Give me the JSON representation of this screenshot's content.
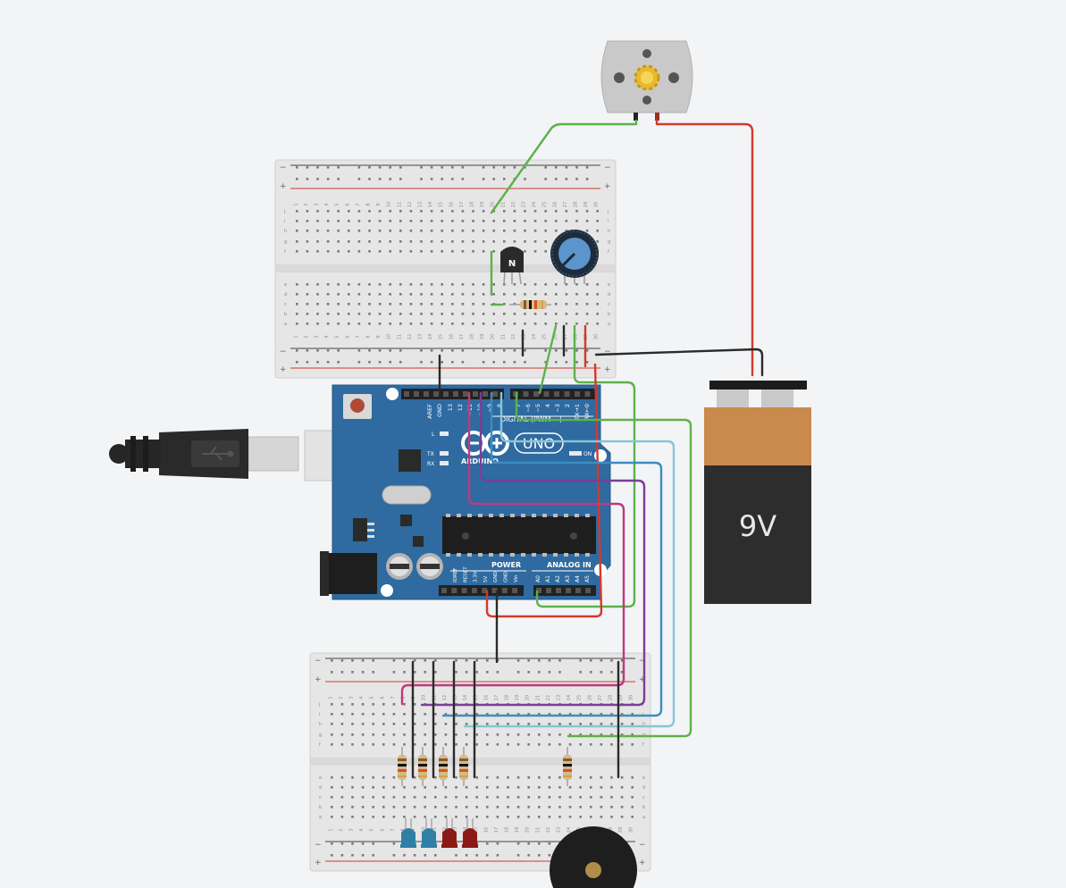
{
  "arduino": {
    "board_name": "UNO",
    "logo_text": "ARDUINO",
    "digital_label": "DIGITAL (PWM ~)",
    "power_label": "POWER",
    "analog_label": "ANALOG IN",
    "on_label": "ON",
    "led_labels": [
      "L",
      "TX",
      "RX"
    ],
    "top_pins": [
      "AREF",
      "GND",
      "13",
      "12",
      "~11",
      "~10",
      "~9",
      "8",
      "7",
      "~6",
      "~5",
      "4",
      "~3",
      "2",
      "TX→1",
      "RX←0"
    ],
    "power_pins": [
      "IOREF",
      "RESET",
      "3.3V",
      "5V",
      "GND",
      "GND",
      "Vin"
    ],
    "analog_pins": [
      "A0",
      "A1",
      "A2",
      "A3",
      "A4",
      "A5"
    ]
  },
  "battery": {
    "label": "9V"
  },
  "transistor": {
    "label": "N"
  },
  "breadboard": {
    "minus_sign": "−",
    "plus_sign": "+",
    "row_letters_top": [
      "j",
      "i",
      "h",
      "g",
      "f"
    ],
    "row_letters_bottom": [
      "e",
      "d",
      "c",
      "b",
      "a"
    ],
    "column_numbers": [
      "1",
      "2",
      "3",
      "4",
      "5",
      "6",
      "7",
      "8",
      "9",
      "10",
      "11",
      "12",
      "13",
      "14",
      "15",
      "16",
      "17",
      "18",
      "19",
      "20",
      "21",
      "22",
      "23",
      "24",
      "25",
      "26",
      "27",
      "28",
      "29",
      "30"
    ]
  },
  "colors": {
    "wire_green": "#5cb24a",
    "wire_red": "#d23a2c",
    "wire_black": "#2b2b2b",
    "wire_magenta": "#c0397f",
    "wire_purple": "#7b3d97",
    "wire_blue": "#3b8dc2",
    "wire_lightblue": "#86c6d6",
    "arduino_blue": "#2f6aa0",
    "led_blue": "#2f7fa6",
    "led_red": "#8b1a16"
  }
}
